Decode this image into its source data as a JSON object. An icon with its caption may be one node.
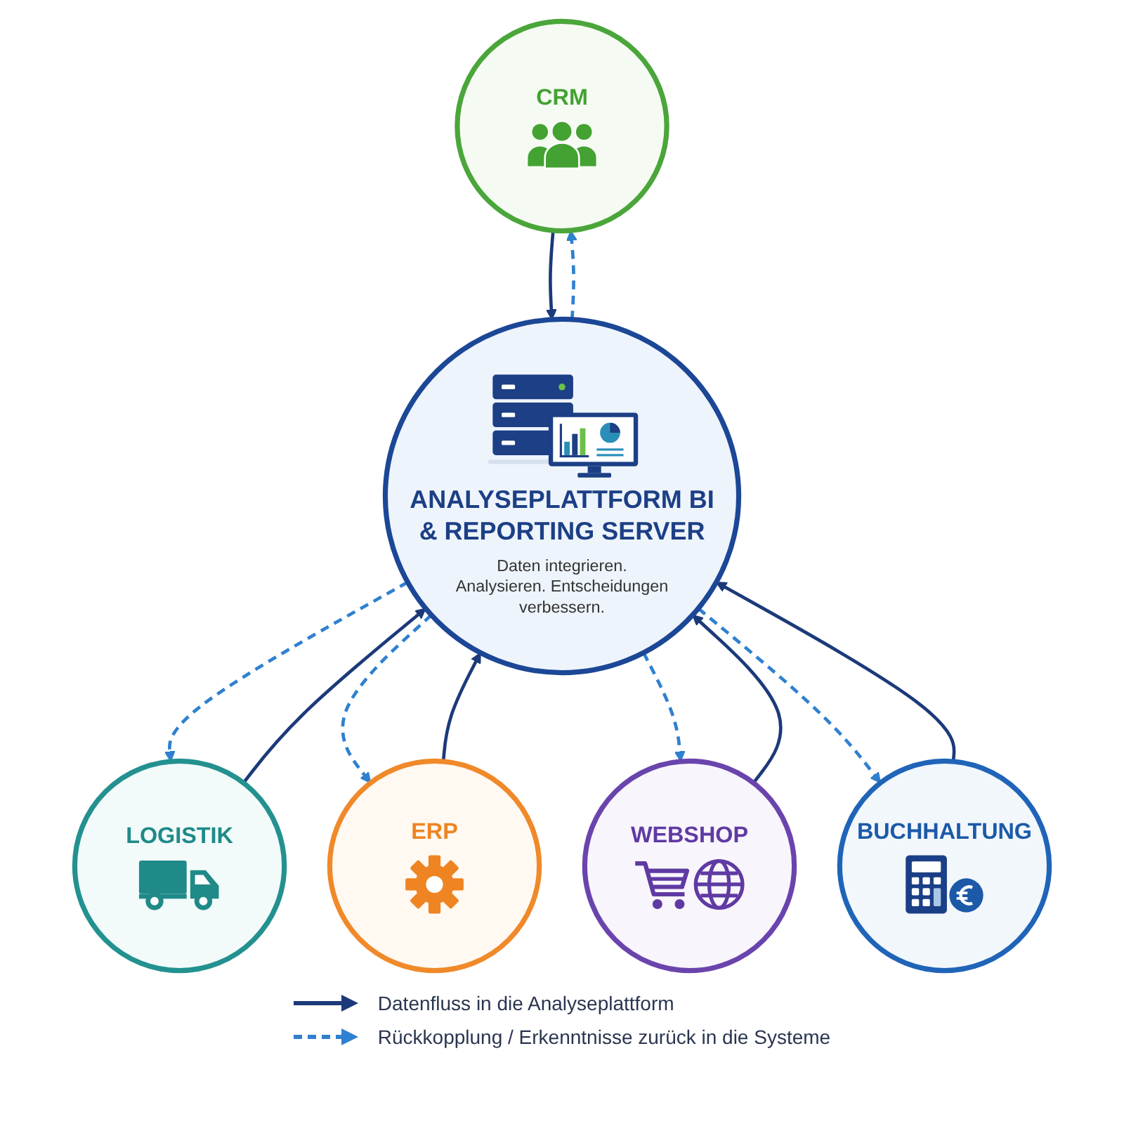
{
  "diagram": {
    "nodes": [
      {
        "text": [
          "CRM"
        ]
      },
      {
        "text": [
          "LOGISTIK"
        ]
      },
      {
        "text": [
          "ERP"
        ]
      },
      {
        "text": [
          "ANALYSEPLATTFORM BI & REPORTING SERVER",
          "Daten integrieren. Analysieren. Entscheidungen verbessern."
        ]
      },
      {
        "text": [
          "WEBSHOP"
        ]
      },
      {
        "text": [
          "BUCHHALTUNG"
        ]
      }
    ],
    "edges": [
      {
        "from": 0,
        "to": 3,
        "arrow": "to"
      },
      {
        "from": 3,
        "to": 0,
        "arrow": "to",
        "style": "dashed",
        "color": "#2f80d0"
      },
      {
        "from": 1,
        "to": 3,
        "arrow": "to"
      },
      {
        "from": 3,
        "to": 1,
        "arrow": "to",
        "style": "dashed",
        "color": "#2f80d0"
      },
      {
        "from": 2,
        "to": 3,
        "arrow": "to"
      },
      {
        "from": 3,
        "to": 2,
        "arrow": "to",
        "style": "dashed",
        "color": "#2f80d0"
      },
      {
        "from": 4,
        "to": 3,
        "arrow": "to"
      },
      {
        "from": 3,
        "to": 4,
        "arrow": "to",
        "style": "dashed",
        "color": "#2f80d0"
      },
      {
        "from": 5,
        "to": 3,
        "arrow": "to"
      },
      {
        "from": 3,
        "to": 5,
        "arrow": "to",
        "style": "dashed",
        "color": "#2f80d0"
      }
    ],
    "legend": [
      {
        "text": "Datenfluss in die Analyseplattform"
      },
      {
        "text": "Rückkopplung / Erkenntnisse zurück in die Systeme"
      }
    ]
  }
}
